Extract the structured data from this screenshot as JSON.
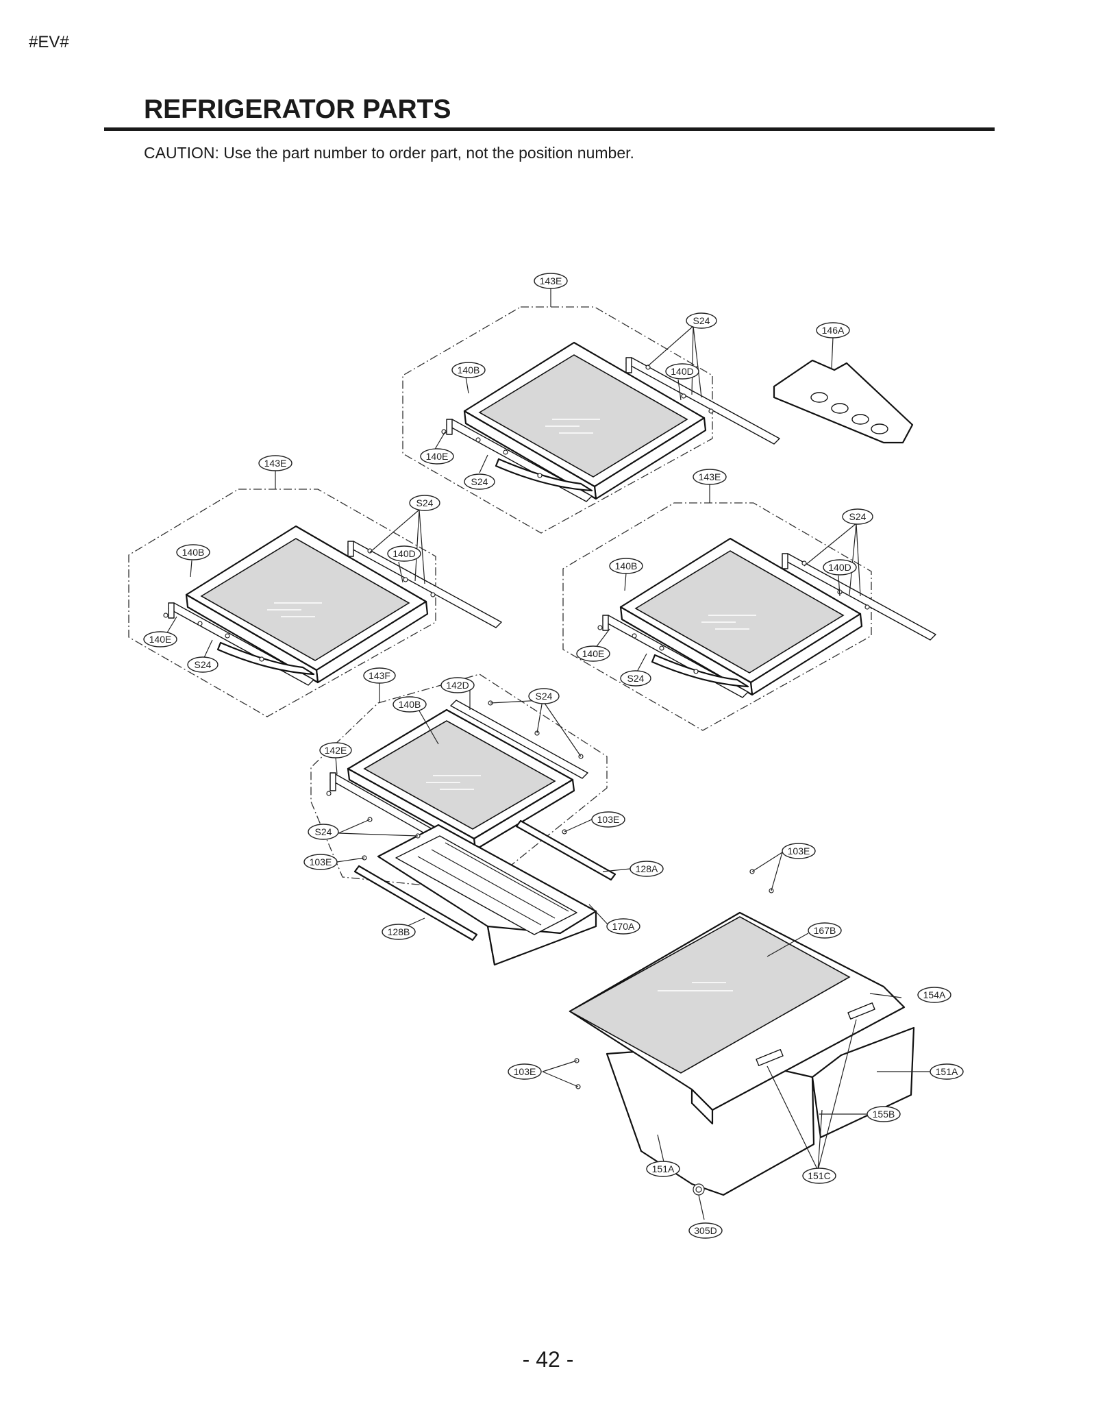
{
  "header": {
    "tag": "#EV#",
    "title": "REFRIGERATOR PARTS",
    "caution": "CAUTION: Use the part number to order part, not the position number."
  },
  "footer": {
    "page_number": "- 42 -"
  },
  "callouts": {
    "shelf_top_143E": "143E",
    "shelf_top_S24a": "S24",
    "shelf_top_140B": "140B",
    "shelf_top_140D": "140D",
    "shelf_top_140E": "140E",
    "shelf_top_S24b": "S24",
    "bracket_146A": "146A",
    "shelf_left_143E": "143E",
    "shelf_left_S24a": "S24",
    "shelf_left_140B": "140B",
    "shelf_left_140D": "140D",
    "shelf_left_140E": "140E",
    "shelf_left_S24b": "S24",
    "shelf_right_143E": "143E",
    "shelf_right_S24a": "S24",
    "shelf_right_140B": "140B",
    "shelf_right_140D": "140D",
    "shelf_right_140E": "140E",
    "shelf_right_S24b": "S24",
    "drawer_143F": "143F",
    "drawer_142D": "142D",
    "drawer_140B": "140B",
    "drawer_S24a": "S24",
    "drawer_142E": "142E",
    "drawer_S24b": "S24",
    "drawer_103Ea": "103E",
    "drawer_103Eb": "103E",
    "drawer_128A": "128A",
    "drawer_128B": "128B",
    "drawer_170A": "170A",
    "crisper_103Ea": "103E",
    "crisper_167B": "167B",
    "crisper_154A": "154A",
    "crisper_103Eb": "103E",
    "crisper_151Aa": "151A",
    "crisper_155B": "155B",
    "crisper_151Ab": "151A",
    "crisper_151C": "151C",
    "crisper_305D": "305D"
  }
}
